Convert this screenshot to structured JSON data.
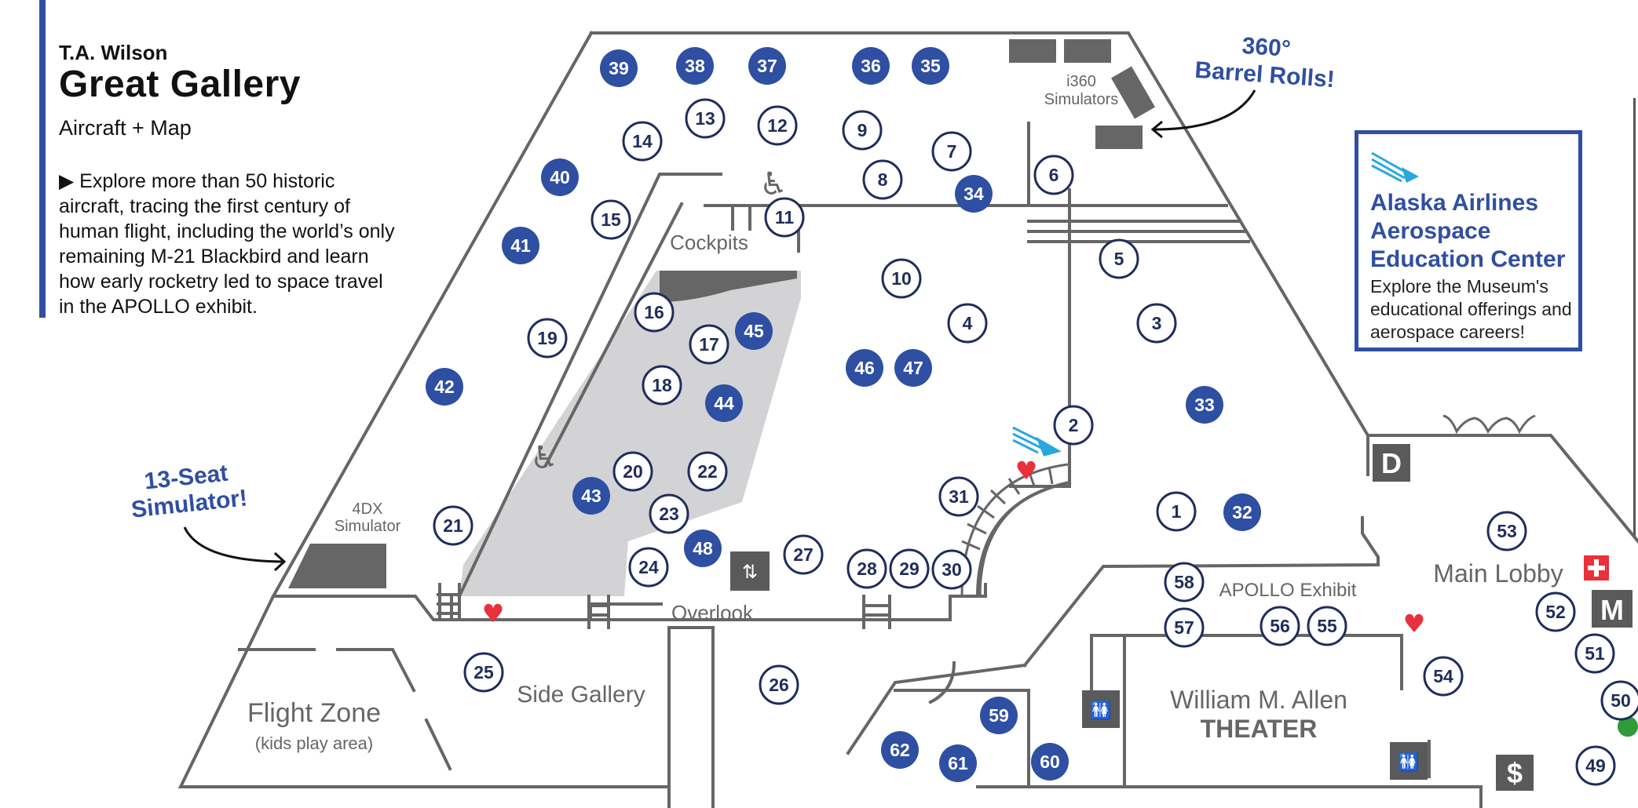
{
  "header": {
    "supertitle": "T.A. Wilson",
    "title": "Great Gallery",
    "subtitle": "Aircraft + Map",
    "description": "▶ Explore more than 50 historic aircraft, tracing the first century of human flight, including the world’s only remaining M-21 Blackbird and learn how early rocketry led to space travel in the APOLLO exhibit."
  },
  "callouts": {
    "barrel_line1": "360°",
    "barrel_line2": "Barrel Rolls!",
    "seat_line1": "13-Seat",
    "seat_line2": "Simulator!"
  },
  "edu_center": {
    "title": "Alaska Airlines Aerospace Education Center",
    "description": "Explore the Museum's educational offerings and aerospace careers!"
  },
  "labels": {
    "i360_line1": "i360",
    "i360_line2": "Simulators",
    "dx_line1": "4DX",
    "dx_line2": "Simulator",
    "cockpits": "Cockpits",
    "overlook": "Overlook",
    "flight_zone": "Flight Zone",
    "flight_zone_sub": "(kids play area)",
    "side_gallery": "Side Gallery",
    "apollo": "APOLLO Exhibit",
    "theater_line1": "William M. Allen",
    "theater_line2": "THEATER",
    "main_lobby": "Main Lobby"
  },
  "signs": {
    "d": "D",
    "m": "M",
    "dollar": "$"
  },
  "icons": [
    "wheelchair-icon",
    "elevator-icon",
    "restroom-icon",
    "aed-heart-icon",
    "first-aid-icon",
    "education-pencil-icon",
    "money-icon"
  ],
  "markers": {
    "filled": [
      "39",
      "38",
      "37",
      "36",
      "35",
      "40",
      "41",
      "34",
      "45",
      "46",
      "47",
      "44",
      "42",
      "43",
      "48",
      "33",
      "32",
      "59",
      "62",
      "61",
      "60"
    ],
    "outline": [
      "14",
      "13",
      "12",
      "9",
      "7",
      "8",
      "6",
      "15",
      "11",
      "5",
      "10",
      "4",
      "3",
      "19",
      "16",
      "17",
      "18",
      "2",
      "22",
      "20",
      "31",
      "1",
      "23",
      "21",
      "24",
      "27",
      "28",
      "29",
      "30",
      "53",
      "58",
      "57",
      "56",
      "55",
      "54",
      "52",
      "51",
      "50",
      "25",
      "26",
      "49"
    ]
  },
  "colors": {
    "primary_blue": "#2f4fa2",
    "marker_outline": "#1f2d5c",
    "wall": "#666666",
    "floor_gray": "#d3d3d6",
    "sign_gray": "#5a5a5a",
    "aed_red": "#e8313a",
    "edu_cyan": "#29a8e0"
  }
}
